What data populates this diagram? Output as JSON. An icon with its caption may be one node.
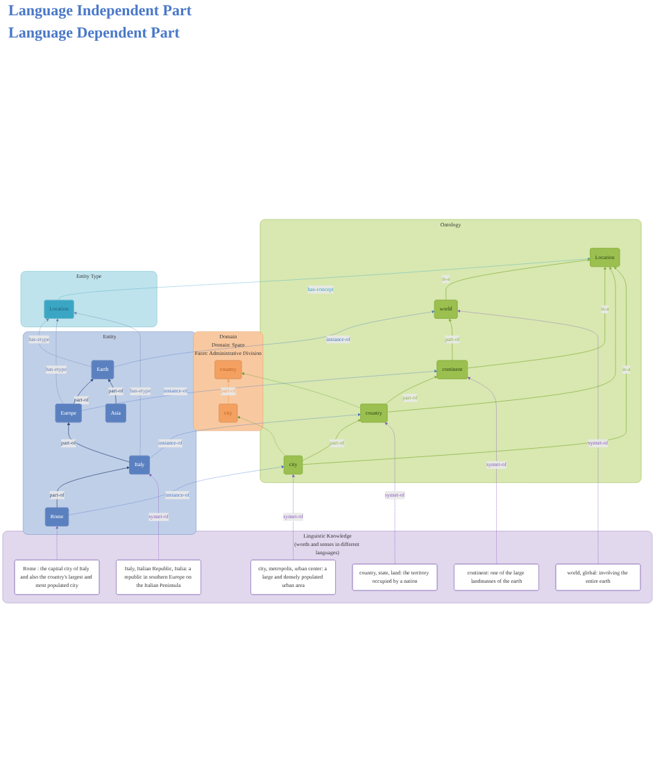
{
  "diagram": {
    "nodes": [
      {
        "text": [
          "Domain",
          "Domain: Space",
          "Facet: Administrative Division"
        ]
      },
      {
        "text": [
          "country"
        ],
        "in": 0
      },
      {
        "text": [
          "city"
        ],
        "in": 0
      },
      {
        "text": [
          "Entity Type"
        ]
      },
      {
        "text": [
          "Location"
        ],
        "in": 3
      },
      {
        "text": [
          "Entity"
        ]
      },
      {
        "text": [
          "Earth"
        ],
        "in": 5
      },
      {
        "text": [
          "Europe"
        ],
        "in": 5
      },
      {
        "text": [
          "Asia"
        ],
        "in": 5
      },
      {
        "text": [
          "Italy"
        ],
        "in": 5
      },
      {
        "text": [
          "Rome"
        ],
        "in": 5
      },
      {
        "text": [
          "Ontology"
        ]
      },
      {
        "text": [
          "Location"
        ],
        "in": 11
      },
      {
        "text": [
          "world"
        ],
        "in": 11
      },
      {
        "text": [
          "continent"
        ],
        "in": 11
      },
      {
        "text": [
          "country"
        ],
        "in": 11
      },
      {
        "text": [
          "city"
        ],
        "in": 11
      },
      {
        "text": [
          "Linguistic Knowledge",
          "(words and senses in different languages)"
        ]
      },
      {
        "text": [
          "world, global: involving the entire earth"
        ],
        "in": 17
      },
      {
        "text": [
          "continent: one of the large landmasses of the earth"
        ],
        "in": 17
      },
      {
        "text": [
          "country, state, land: the territory occupied by a nation"
        ],
        "in": 17
      },
      {
        "text": [
          "city, metropolis, urban center: a large and densely populated urban area"
        ],
        "in": 17
      },
      {
        "text": [
          "Italy, Italian Republic, Italia: a republic in southern Europe on the Italian Peninsula"
        ],
        "in": 17
      },
      {
        "text": [
          "Rome : the capital city of Italy and also the country's largest and most populated city"
        ],
        "in": 17
      }
    ],
    "edges": [
      {
        "from": 2,
        "to": 1,
        "arrow": "to",
        "label": "part-of",
        "color": "#f0a060"
      },
      {
        "from": 7,
        "to": 6,
        "arrow": "to",
        "label": "part-of",
        "color": "#2c4a7a"
      },
      {
        "from": 8,
        "to": 6,
        "arrow": "to",
        "label": "part-of",
        "color": "#2c4a7a"
      },
      {
        "from": 9,
        "to": 7,
        "arrow": "to",
        "label": "part-of",
        "color": "#2c4a7a"
      },
      {
        "from": 10,
        "to": 9,
        "arrow": "to",
        "label": "part-of",
        "color": "#2c4a7a"
      },
      {
        "from": 6,
        "to": 4,
        "arrow": "to",
        "label": "has-etype",
        "style": "dashed",
        "color": "#6a7fb0"
      },
      {
        "from": 7,
        "to": 4,
        "arrow": "to",
        "label": "has-etype",
        "style": "dashed",
        "color": "#6a7fb0"
      },
      {
        "from": 9,
        "to": 4,
        "arrow": "to",
        "label": "has-etype",
        "style": "dashed",
        "color": "#6a7fb0"
      },
      {
        "from": 4,
        "to": 12,
        "arrow": "to",
        "label": "has-concept",
        "style": "dashed",
        "color": "#3aa6c4"
      },
      {
        "from": 6,
        "to": 13,
        "arrow": "to",
        "label": "instance-of",
        "style": "dashed",
        "color": "#4a78c8"
      },
      {
        "from": 7,
        "to": 14,
        "arrow": "to",
        "label": "instance-of",
        "style": "dashed",
        "color": "#4a78c8"
      },
      {
        "from": 9,
        "to": 15,
        "arrow": "to",
        "label": "instance-of",
        "style": "dashed",
        "color": "#4a78c8"
      },
      {
        "from": 10,
        "to": 16,
        "arrow": "to",
        "label": "instance-of",
        "style": "dashed",
        "color": "#4a78c8"
      },
      {
        "from": 15,
        "to": 1,
        "arrow": "to",
        "style": "dashed",
        "color": "#6a9a3a"
      },
      {
        "from": 16,
        "to": 2,
        "arrow": "to",
        "style": "dashed",
        "color": "#6a9a3a"
      },
      {
        "from": 13,
        "to": 12,
        "arrow": "to",
        "label": "is-a"
      },
      {
        "from": 14,
        "to": 12,
        "arrow": "to",
        "label": "is-a"
      },
      {
        "from": 15,
        "to": 12,
        "arrow": "to"
      },
      {
        "from": 16,
        "to": 12,
        "arrow": "to",
        "label": "is-a"
      },
      {
        "from": 14,
        "to": 13,
        "arrow": "to",
        "label": "part-of"
      },
      {
        "from": 15,
        "to": 14,
        "arrow": "to",
        "label": "part-of"
      },
      {
        "from": 16,
        "to": 15,
        "arrow": "to",
        "label": "part-of"
      },
      {
        "from": 18,
        "to": 13,
        "arrow": "to",
        "label": "synset-of",
        "style": "dashed",
        "color": "#8a5cc0"
      },
      {
        "from": 19,
        "to": 14,
        "arrow": "to",
        "label": "synset-of",
        "style": "dashed",
        "color": "#8a5cc0"
      },
      {
        "from": 20,
        "to": 15,
        "arrow": "to",
        "label": "synset-of",
        "style": "dashed",
        "color": "#8a5cc0"
      },
      {
        "from": 21,
        "to": 16,
        "arrow": "to",
        "label": "synset-of",
        "style": "dashed",
        "color": "#8a5cc0"
      },
      {
        "from": 22,
        "to": 9,
        "arrow": "to",
        "label": "synset-of",
        "style": "dashed",
        "color": "#8a5cc0"
      },
      {
        "from": 23,
        "to": 10,
        "arrow": "to",
        "style": "dashed",
        "color": "#8a5cc0"
      }
    ],
    "labels": [
      "Language Independent Part",
      "Language Dependent Part"
    ]
  }
}
